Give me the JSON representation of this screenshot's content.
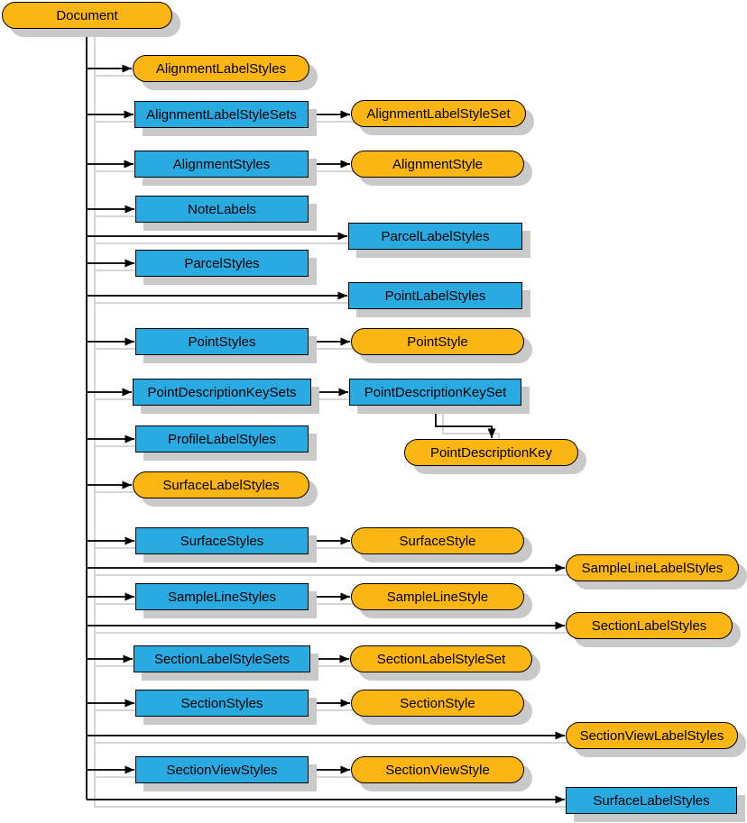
{
  "diagram": {
    "colors": {
      "object_fill": "#FBB614",
      "collection_fill": "#29ABE2",
      "node_border": "#000000",
      "shadow": "#C9C9C9",
      "connector": "#1A1A1A",
      "connector_shadow": "#D6D6D6",
      "background": "#FFFFFF"
    },
    "root": {
      "label": "Document"
    },
    "nodes": [
      {
        "label": "Document",
        "kind": "object"
      },
      {
        "label": "AlignmentLabelStyles",
        "kind": "object"
      },
      {
        "label": "AlignmentLabelStyleSets",
        "kind": "collection"
      },
      {
        "label": "AlignmentLabelStyleSet",
        "kind": "object"
      },
      {
        "label": "AlignmentStyles",
        "kind": "collection"
      },
      {
        "label": "AlignmentStyle",
        "kind": "object"
      },
      {
        "label": "NoteLabels",
        "kind": "collection"
      },
      {
        "label": "ParcelLabelStyles",
        "kind": "collection"
      },
      {
        "label": "ParcelStyles",
        "kind": "collection"
      },
      {
        "label": "PointLabelStyles",
        "kind": "collection"
      },
      {
        "label": "PointStyles",
        "kind": "collection"
      },
      {
        "label": "PointStyle",
        "kind": "object"
      },
      {
        "label": "PointDescriptionKeySets",
        "kind": "collection"
      },
      {
        "label": "PointDescriptionKeySet",
        "kind": "collection"
      },
      {
        "label": "PointDescriptionKey",
        "kind": "object"
      },
      {
        "label": "ProfileLabelStyles",
        "kind": "collection"
      },
      {
        "label": "SurfaceLabelStyles",
        "kind": "object"
      },
      {
        "label": "SurfaceStyles",
        "kind": "collection"
      },
      {
        "label": "SurfaceStyle",
        "kind": "object"
      },
      {
        "label": "SampleLineLabelStyles",
        "kind": "object"
      },
      {
        "label": "SampleLineStyles",
        "kind": "collection"
      },
      {
        "label": "SampleLineStyle",
        "kind": "object"
      },
      {
        "label": "SectionLabelStyles",
        "kind": "object"
      },
      {
        "label": "SectionLabelStyleSets",
        "kind": "collection"
      },
      {
        "label": "SectionLabelStyleSet",
        "kind": "object"
      },
      {
        "label": "SectionStyles",
        "kind": "collection"
      },
      {
        "label": "SectionStyle",
        "kind": "object"
      },
      {
        "label": "SectionViewLabelStyles",
        "kind": "object"
      },
      {
        "label": "SectionViewStyles",
        "kind": "collection"
      },
      {
        "label": "SectionViewStyle",
        "kind": "object"
      },
      {
        "label": "SurfaceLabelStyles",
        "kind": "collection"
      }
    ]
  }
}
